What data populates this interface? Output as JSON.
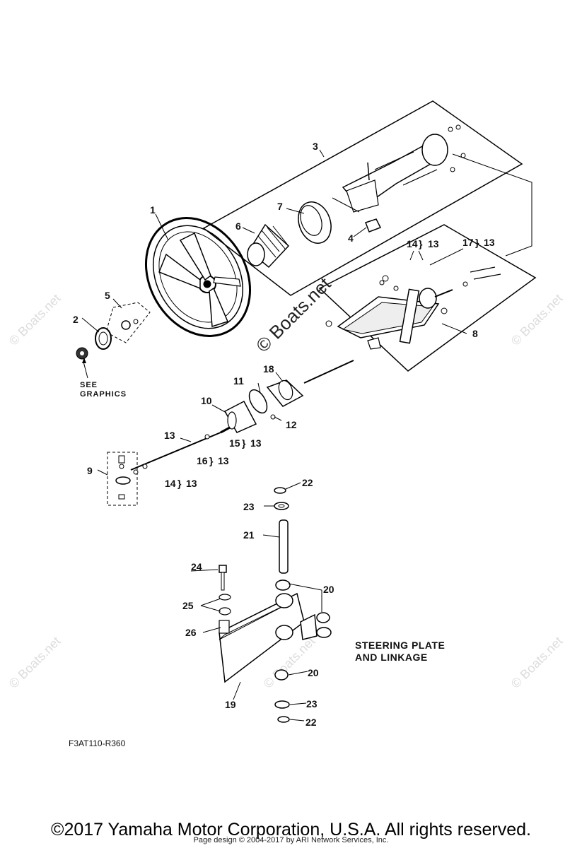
{
  "watermark": {
    "main": "© Boats.net",
    "faint": "© Boats.net"
  },
  "labels": {
    "l1": "1",
    "l2": "2",
    "l3": "3",
    "l4": "4",
    "l5": "5",
    "l6": "6",
    "l7": "7",
    "l8": "8",
    "l9": "9",
    "l10": "10",
    "l11": "11",
    "l12": "12",
    "l13": "13",
    "l18": "18",
    "l19": "19",
    "l20a": "20",
    "l20b": "20",
    "l21": "21",
    "l22a": "22",
    "l22b": "22",
    "l23a": "23",
    "l23b": "23",
    "l24": "24",
    "l25": "25",
    "l26": "26",
    "l14a": "14",
    "l14b": "14",
    "l13a": "13",
    "l13b": "13",
    "l13c": "13",
    "l13d": "13",
    "l13e": "13",
    "l15": "15",
    "l16": "16",
    "l17": "17"
  },
  "see_graphics": {
    "line1": "SEE",
    "line2": "GRAPHICS"
  },
  "section_title": {
    "line1": "STEERING PLATE",
    "line2": "AND LINKAGE"
  },
  "diagram_code": "F3AT110-R360",
  "footer": {
    "copyright": "©2017 Yamaha Motor Corporation, U.S.A. All rights reserved.",
    "page_design": "Page design © 2004-2017 by ARI Network Services, Inc."
  }
}
